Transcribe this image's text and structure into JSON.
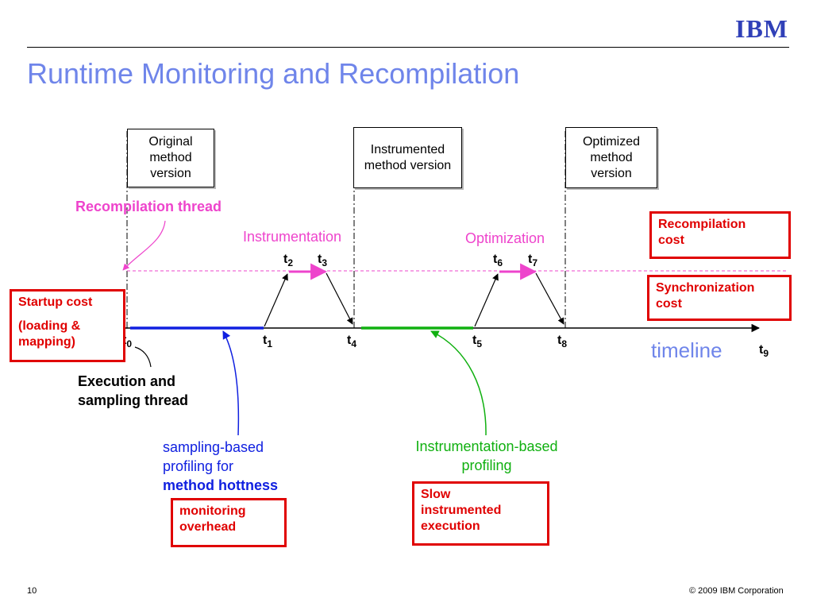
{
  "header": {
    "logo": "IBM",
    "title": "Runtime Monitoring and Recompilation"
  },
  "versions": {
    "original": "Original method version",
    "instrumented": "Instrumented method version",
    "optimized": "Optimized method version"
  },
  "labels": {
    "recompilation_thread": "Recompilation thread",
    "instrumentation": "Instrumentation",
    "optimization": "Optimization",
    "timeline": "timeline",
    "execution_sampling_thread_line1": "Execution and",
    "execution_sampling_thread_line2": "sampling thread",
    "sampling_profiling_line1": "sampling-based",
    "sampling_profiling_line2": "profiling for",
    "sampling_profiling_line3": "method hottness",
    "instrumentation_profiling_line1": "Instrumentation-based",
    "instrumentation_profiling_line2": "profiling"
  },
  "cost_boxes": {
    "startup_line1": "Startup cost",
    "startup_line2": "(loading &",
    "startup_line3": "mapping)",
    "recompilation_line1": "Recompilation",
    "recompilation_line2": "cost",
    "synchronization_line1": "Synchronization",
    "synchronization_line2": "cost",
    "monitoring_line1": "monitoring",
    "monitoring_line2": "overhead",
    "slow_line1": "Slow",
    "slow_line2": "instrumented",
    "slow_line3": "execution"
  },
  "time_points": [
    {
      "base": "t",
      "sub": "0"
    },
    {
      "base": "t",
      "sub": "1"
    },
    {
      "base": "t",
      "sub": "2"
    },
    {
      "base": "t",
      "sub": "3"
    },
    {
      "base": "t",
      "sub": "4"
    },
    {
      "base": "t",
      "sub": "5"
    },
    {
      "base": "t",
      "sub": "6"
    },
    {
      "base": "t",
      "sub": "7"
    },
    {
      "base": "t",
      "sub": "8"
    },
    {
      "base": "t",
      "sub": "9"
    }
  ],
  "footer": {
    "page_number": "10",
    "copyright": "© 2009 IBM Corporation"
  },
  "colors": {
    "title": "#6f85ea",
    "pink": "#ee44cc",
    "red": "#e00000",
    "blue": "#1020e0",
    "green": "#10b010"
  }
}
